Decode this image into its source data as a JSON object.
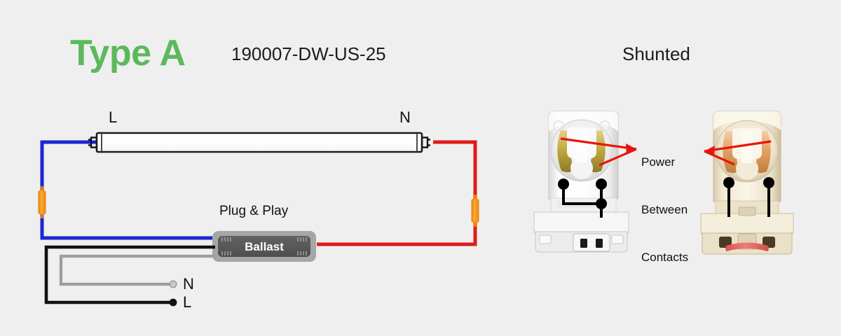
{
  "background_color": "#efefef",
  "header": {
    "type_label": "Type A",
    "type_color": "#5cb85c",
    "model_number": "190007-DW-US-25",
    "right_title": "Shunted"
  },
  "diagram": {
    "tube_label_left": "L",
    "tube_label_right": "N",
    "ballast_caption": "Plug & Play",
    "ballast_label": "Ballast",
    "bottom_label_neutral": "N",
    "bottom_label_live": "L",
    "wire_colors": {
      "line_blue": "#1a26d4",
      "line_red": "#e01b1b",
      "neutral_black": "#111111",
      "neutral_gray": "#9d9d9d",
      "connector_orange": "#f79a1e",
      "ballast_shell": "#a6a6a6",
      "ballast_body": "#5a5a5a"
    }
  },
  "sockets": {
    "annotation": "Power\nBetween\nContacts",
    "annotation_line1": "Power",
    "annotation_line2": "Between",
    "annotation_line3": "Contacts",
    "arrow_color": "#e8150c",
    "left_socket_name": "shunted-tombstone-white",
    "right_socket_name": "shunted-tombstone-ivory",
    "left_socket_color": "#f2f2f2",
    "right_socket_color": "#eee3cd",
    "left_contact_color": "#c7b052",
    "right_contact_color": "#e6a86a",
    "jumper_color": "#e8635f"
  }
}
